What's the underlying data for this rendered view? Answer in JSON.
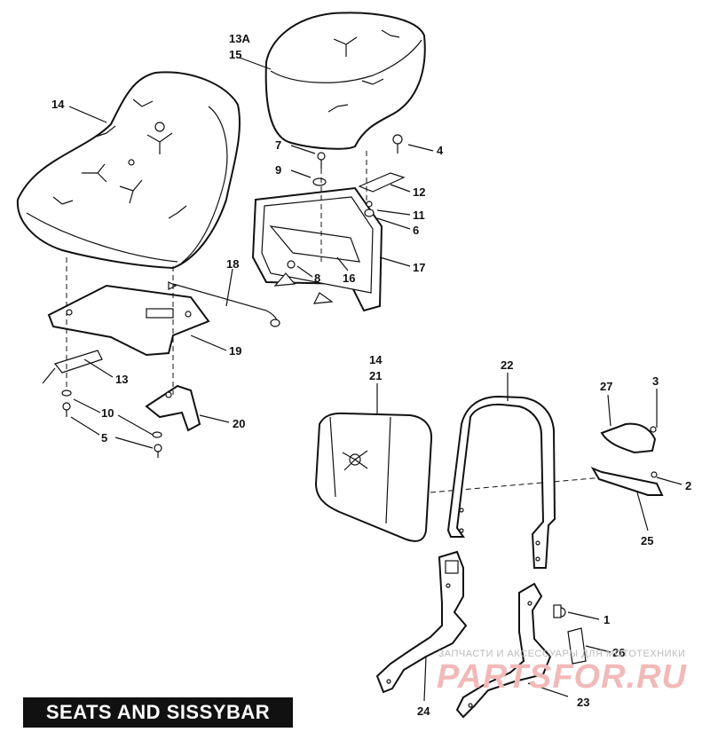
{
  "title": "SEATS AND SISSYBAR",
  "watermark": {
    "line1": "ЗАПЧАСТИ И АКСЕССУАРЫ ДЛЯ МОТОТЕХНИКИ",
    "line2": "PARTSFOR.RU"
  },
  "callouts": {
    "c13a": "13A",
    "c15a": "15",
    "c14a": "14",
    "c7": "7",
    "c4": "4",
    "c9": "9",
    "c12": "12",
    "c11": "11",
    "c6": "6",
    "c17": "17",
    "c8": "8",
    "c16": "16",
    "c18": "18",
    "c19": "19",
    "c13": "13",
    "c10": "10",
    "c5": "5",
    "c20": "20",
    "c14b": "14",
    "c21": "21",
    "c22": "22",
    "c27": "27",
    "c3": "3",
    "c2": "2",
    "c25": "25",
    "c1": "1",
    "c26": "26",
    "c24": "24",
    "c23": "23"
  }
}
